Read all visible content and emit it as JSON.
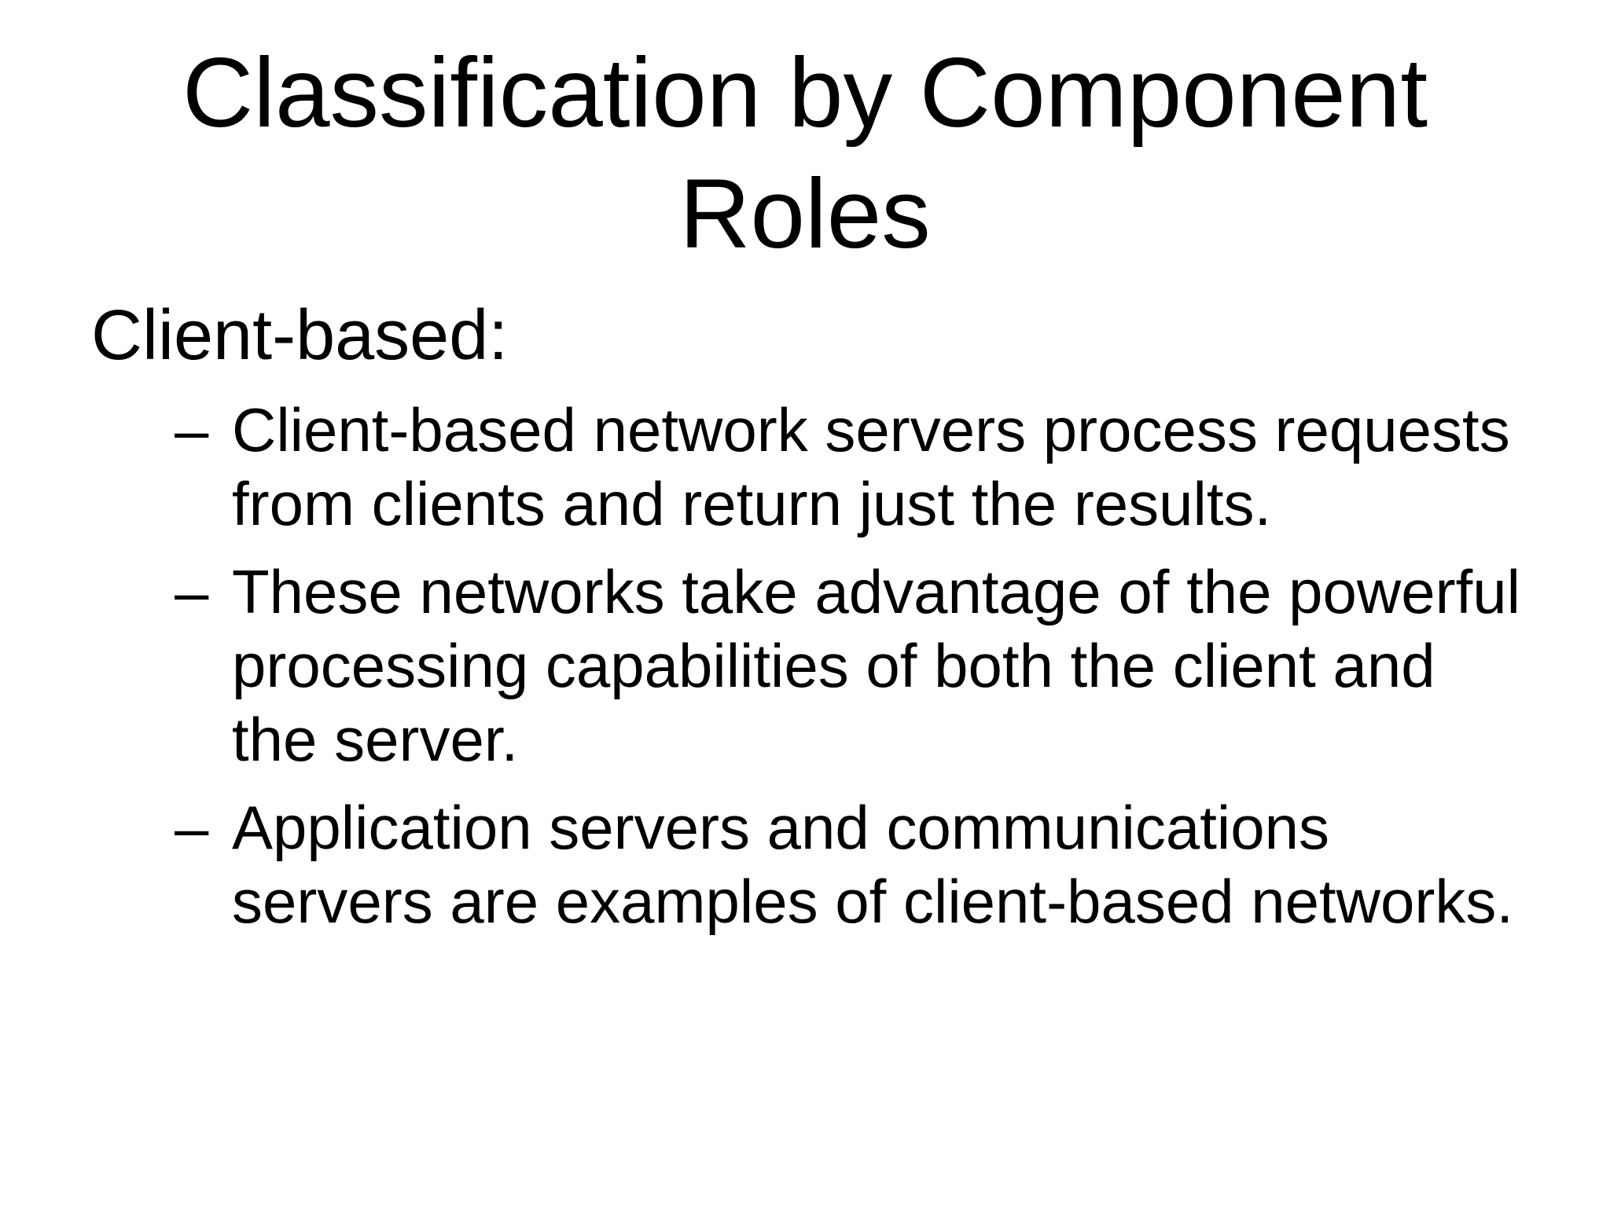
{
  "slide": {
    "background_color": "#ffffff",
    "text_color": "#000000",
    "title": {
      "lines": [
        "Classification by Component",
        "Roles"
      ]
    },
    "heading": "Client-based:",
    "bullets": [
      {
        "marker": "–",
        "lines": [
          "Client-based network servers process requests",
          "from clients and return just the results."
        ]
      },
      {
        "marker": "–",
        "lines": [
          "These networks take advantage of the powerful",
          "processing capabilities of both the client and",
          "the server."
        ]
      },
      {
        "marker": "–",
        "lines": [
          "Application servers and communications",
          "servers are examples of client-based networks."
        ]
      }
    ]
  }
}
